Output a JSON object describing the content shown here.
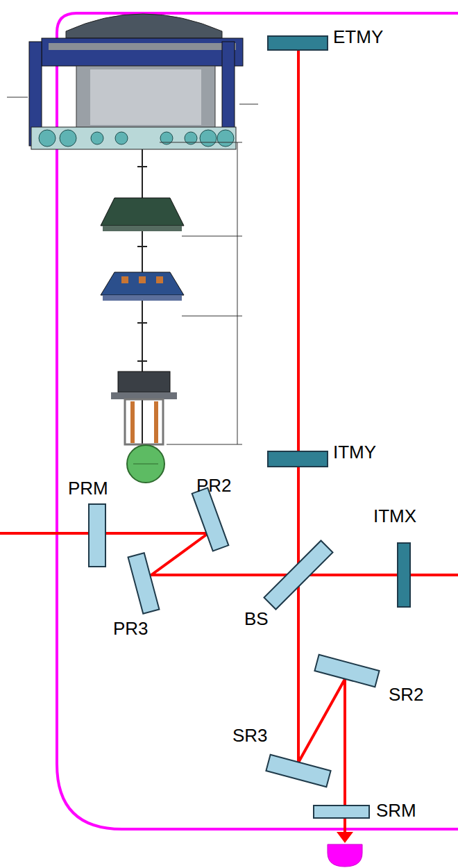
{
  "diagram": {
    "labels": [
      "ETMY",
      "ITMY",
      "PRM",
      "PR2",
      "ITMX",
      "PR3",
      "BS",
      "SR2",
      "SR3",
      "SRM"
    ]
  }
}
